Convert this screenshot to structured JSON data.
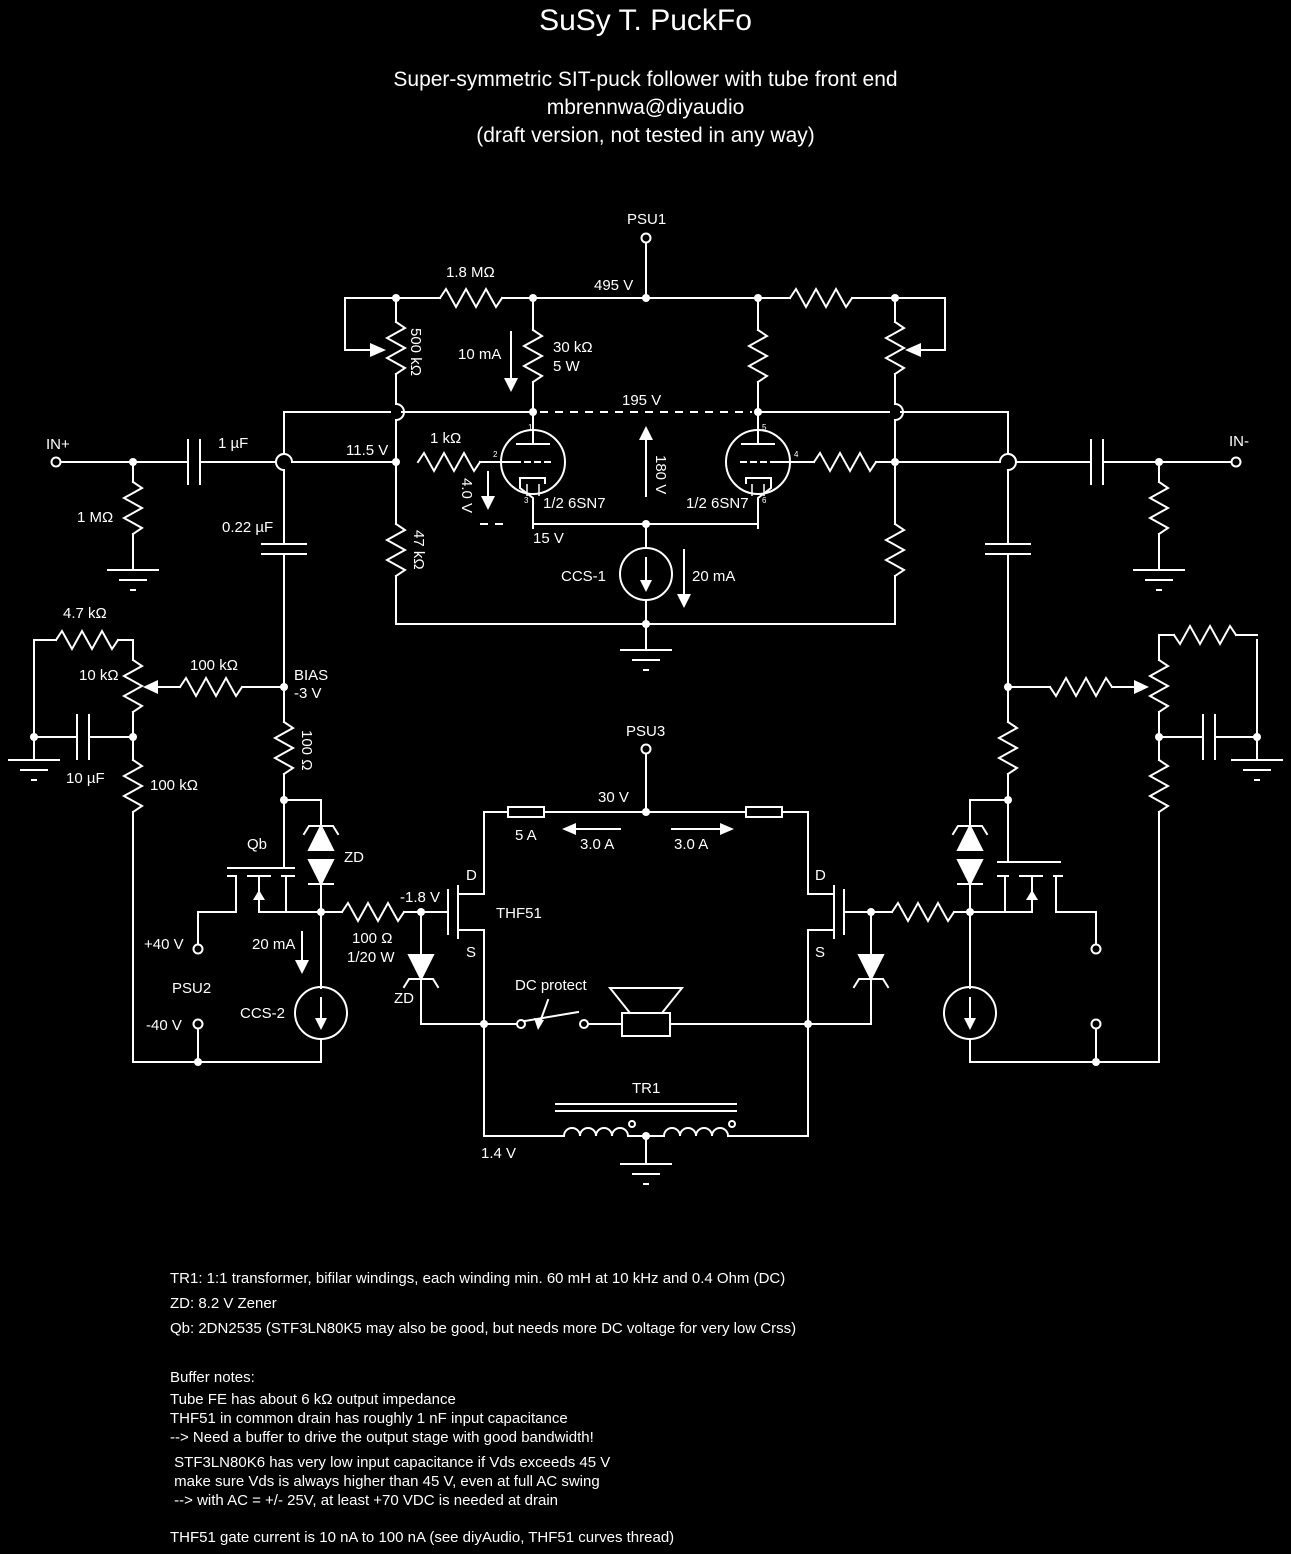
{
  "header": {
    "title": "SuSy T. PuckFo",
    "subtitle_line1": "Super-symmetric SIT-puck follower with tube front end",
    "subtitle_line2": "mbrennwa@diyaudio",
    "subtitle_line3": "(draft version, not tested in any way)"
  },
  "labels": {
    "psu1": "PSU1",
    "psu2": "PSU2",
    "psu3": "PSU3",
    "in_plus": "IN+",
    "in_minus": "IN-",
    "r_1m8": "1.8 MΩ",
    "v_495": "495 V",
    "pot_500k": "500 kΩ",
    "i_10ma": "10 mA",
    "r_30k": "30 kΩ",
    "r_30k_power": "5 W",
    "v_195": "195 V",
    "c_1u": "1 µF",
    "v_11_5": "11.5 V",
    "r_1k": "1 kΩ",
    "r_1meg": "1 MΩ",
    "v_4_0": "4.0 V",
    "v_180": "180 V",
    "tube_left": "1/2 6SN7",
    "tube_right": "1/2 6SN7",
    "c_0u22": "0.22 µF",
    "r_47k": "47 kΩ",
    "v_15": "15 V",
    "ccs1": "CCS-1",
    "i_20ma": "20 mA",
    "r_4k7": "4.7 kΩ",
    "pot_10k": "10 kΩ",
    "r_100k": "100 kΩ",
    "bias": "BIAS",
    "bias_v": "-3 V",
    "c_10u": "10 µF",
    "r_100k_b": "100 kΩ",
    "r_100r": "100 Ω",
    "v_30": "30 V",
    "fuse": "5 A",
    "i_3a_left": "3.0 A",
    "i_3a_right": "3.0 A",
    "qb": "Qb",
    "zd": "ZD",
    "zd2": "ZD",
    "v_minus_1_8": "-1.8 V",
    "thf51": "THF51",
    "drain_l": "D",
    "drain_r": "D",
    "source_l": "S",
    "source_r": "S",
    "v_plus40": "+40 V",
    "v_minus40": "-40 V",
    "i_20ma_b": "20 mA",
    "r_100r_b": "100 Ω",
    "r_100r_b_power": "1/20 W",
    "ccs2": "CCS-2",
    "dc_protect": "DC protect",
    "tr1": "TR1",
    "v_1_4": "1.4 V",
    "pin1": "1",
    "pin2": "2",
    "pin3": "3",
    "pin4": "4",
    "pin5": "5",
    "pin6": "6"
  },
  "notes": {
    "tr1": "TR1: 1:1 transformer, bifilar windings, each winding min. 60 mH at 10 kHz and 0.4 Ohm (DC)",
    "zd": "ZD: 8.2 V Zener",
    "qb": "Qb: 2DN2535 (STF3LN80K5 may also be good, but needs more DC voltage for very low Crss)",
    "buffer_heading": "Buffer notes:",
    "buffer1": "Tube FE has about 6 kΩ output impedance",
    "buffer2": "THF51 in common drain has roughly 1 nF input capacitance",
    "buffer3": "--> Need a buffer to drive the output stage with good bandwidth!",
    "buffer4": " STF3LN80K6 has very low input capacitance if Vds exceeds 45 V",
    "buffer5": " make sure Vds is always higher than 45 V, even at full AC swing",
    "buffer6": " --> with AC = +/- 25V, at least +70 VDC is needed at drain",
    "buffer7": "THF51 gate current is 10 nA to 100 nA (see diyAudio, THF51 curves thread)"
  }
}
